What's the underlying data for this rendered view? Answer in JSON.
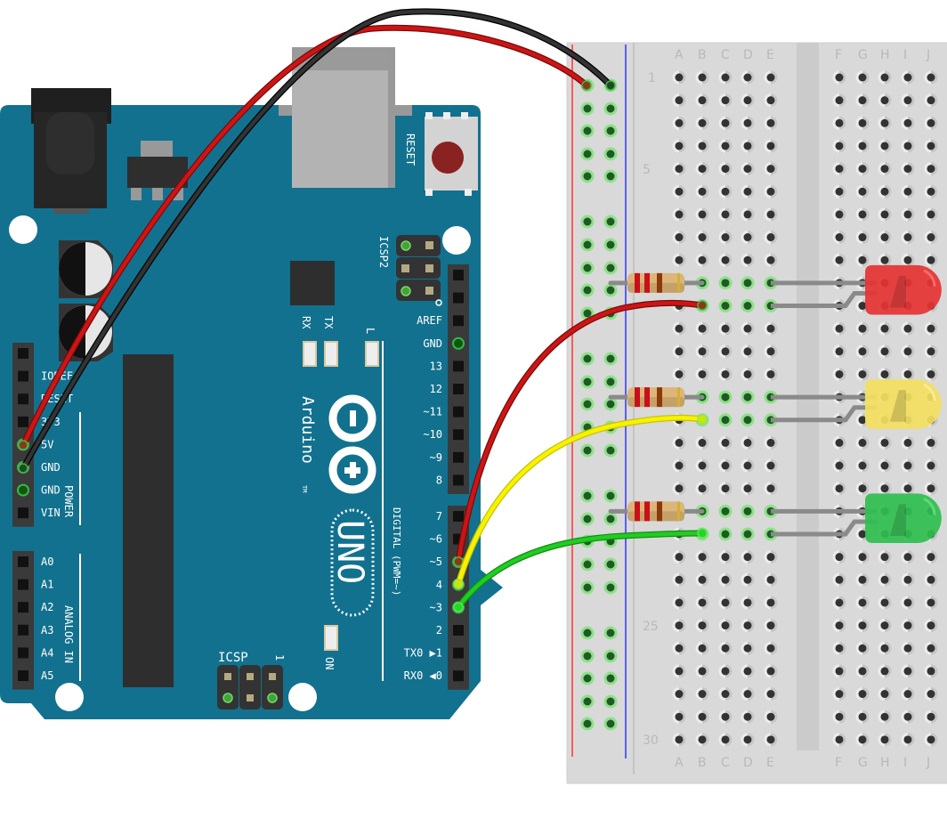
{
  "diagram": {
    "title": "Arduino UNO traffic light circuit on breadboard",
    "colors": {
      "board": "#12718f",
      "breadboard": "#d9d9d9",
      "wire_red": "#c8101a",
      "wire_black": "#222222",
      "wire_yellow": "#f5f000",
      "wire_green": "#1ec81e",
      "rail_positive": "#ff3333",
      "rail_negative": "#3333ff"
    }
  },
  "arduino": {
    "brand": "Arduino",
    "model": "UNO",
    "trademark": "TM",
    "reset_label": "RESET",
    "icsp_label": "ICSP",
    "icsp2_label": "ICSP2",
    "icsp_pin1_label": "1",
    "led_labels": {
      "rx": "RX",
      "tx": "TX",
      "l": "L",
      "on": "ON"
    },
    "power_header": {
      "group_label": "POWER",
      "pins": [
        "",
        "IOREF",
        "RESET",
        "3V3",
        "5V",
        "GND",
        "GND",
        "VIN"
      ]
    },
    "analog_header": {
      "group_label": "ANALOG IN",
      "pins": [
        "A0",
        "A1",
        "A2",
        "A3",
        "A4",
        "A5"
      ]
    },
    "digital_header_top": {
      "pins": [
        "",
        "",
        "AREF",
        "GND",
        "13",
        "12",
        "~11",
        "~10",
        "~9",
        "8"
      ]
    },
    "digital_header_bottom": {
      "group_label": "DIGITAL (PWM=~)",
      "pins": [
        "7",
        "~6",
        "~5",
        "4",
        "~3",
        "2",
        "TX0 ▶1",
        "RX0 ◀0"
      ]
    }
  },
  "breadboard": {
    "columns_left": [
      "A",
      "B",
      "C",
      "D",
      "E"
    ],
    "columns_right": [
      "F",
      "G",
      "H",
      "I",
      "J"
    ],
    "row_labels": [
      "1",
      "5",
      "25",
      "30"
    ],
    "rows": 30
  },
  "components": [
    {
      "type": "resistor",
      "bands": [
        "red",
        "red",
        "brown",
        "gold"
      ],
      "value": "220Ω",
      "row": 10
    },
    {
      "type": "resistor",
      "bands": [
        "red",
        "red",
        "brown",
        "gold"
      ],
      "value": "220Ω",
      "row": 15
    },
    {
      "type": "resistor",
      "bands": [
        "red",
        "red",
        "brown",
        "gold"
      ],
      "value": "220Ω",
      "row": 20
    },
    {
      "type": "led",
      "color": "red",
      "rows": [
        10,
        11
      ]
    },
    {
      "type": "led",
      "color": "yellow",
      "rows": [
        15,
        16
      ]
    },
    {
      "type": "led",
      "color": "green",
      "rows": [
        20,
        21
      ]
    }
  ],
  "wires": [
    {
      "color": "red",
      "from": "5V",
      "to": "+ rail"
    },
    {
      "color": "black",
      "from": "GND",
      "to": "- rail"
    },
    {
      "color": "red",
      "from": "~5",
      "to": "B11"
    },
    {
      "color": "yellow",
      "from": "4",
      "to": "B16"
    },
    {
      "color": "green",
      "from": "~3",
      "to": "B21"
    }
  ]
}
